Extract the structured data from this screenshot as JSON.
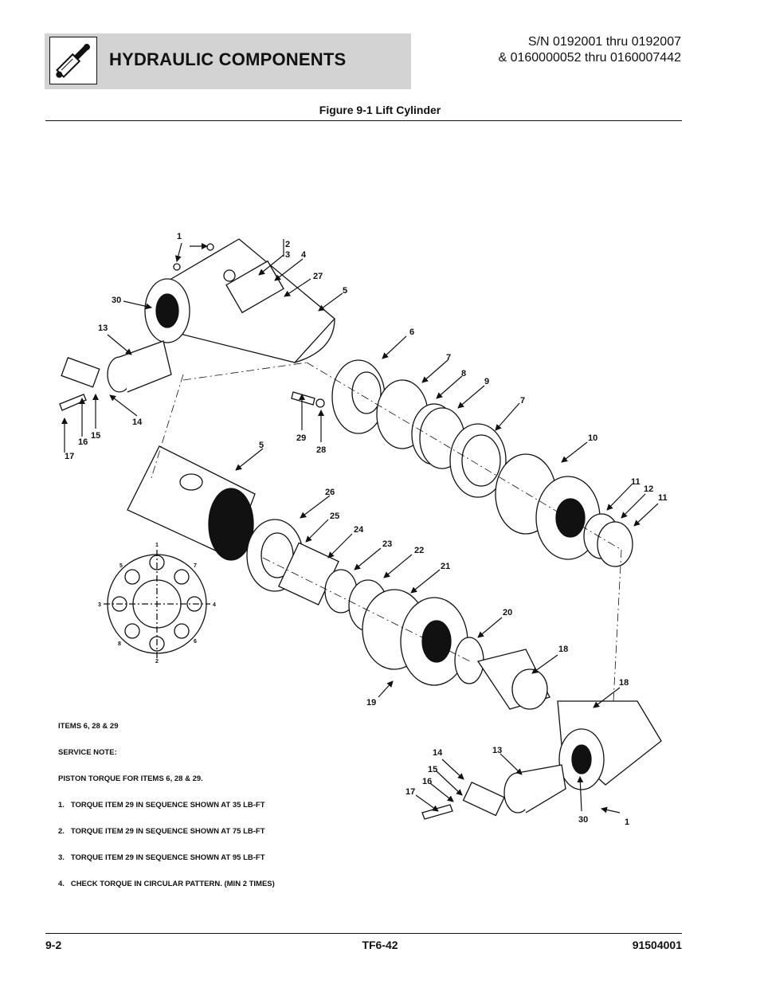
{
  "header": {
    "title": "HYDRAULIC COMPONENTS",
    "serial_line1": "S/N 0192001 thru 0192007",
    "serial_line2": "& 0160000052 thru 0160007442",
    "icon": "hydraulic-cylinder-icon"
  },
  "figure": {
    "title": "Figure 9-1 Lift Cylinder",
    "callouts": {
      "c1a": "1",
      "c2": "2",
      "c3": "3",
      "c4": "4",
      "c27": "27",
      "c5a": "5",
      "c30a": "30",
      "c13a": "13",
      "c6": "6",
      "c7a": "7",
      "c8": "8",
      "c9": "9",
      "c7b": "7",
      "c14a": "14",
      "c17a": "17",
      "c16a": "16",
      "c15a": "15",
      "c29": "29",
      "c28": "28",
      "c10": "10",
      "c5b": "5",
      "c11a": "11",
      "c12": "12",
      "c11b": "11",
      "c26": "26",
      "c25": "25",
      "c24": "24",
      "c23": "23",
      "c22": "22",
      "c21": "21",
      "c20": "20",
      "c18a": "18",
      "c19": "19",
      "c18b": "18",
      "c14b": "14",
      "c13b": "13",
      "c15b": "15",
      "c16b": "16",
      "c17b": "17",
      "c30b": "30",
      "c1b": "1"
    },
    "bolt_pattern": {
      "b1": "1",
      "b2": "2",
      "b3": "3",
      "b4": "4",
      "b5": "5",
      "b6": "6",
      "b7": "7",
      "b8": "8"
    }
  },
  "notes": {
    "line1": "ITEMS 6, 28 & 29",
    "line2": "SERVICE NOTE:",
    "line3": "PISTON TORQUE FOR ITEMS 6, 28 & 29.",
    "line4": "1.   TORQUE ITEM 29 IN SEQUENCE SHOWN AT 35 LB-FT",
    "line5": "2.   TORQUE ITEM 29 IN SEQUENCE SHOWN AT 75 LB-FT",
    "line6": "3.   TORQUE ITEM 29 IN SEQUENCE SHOWN AT 95 LB-FT",
    "line7": "4.   CHECK TORQUE IN CIRCULAR PATTERN. (MIN 2 TIMES)"
  },
  "footer": {
    "page": "9-2",
    "model": "TF6-42",
    "doc_number": "91504001"
  }
}
